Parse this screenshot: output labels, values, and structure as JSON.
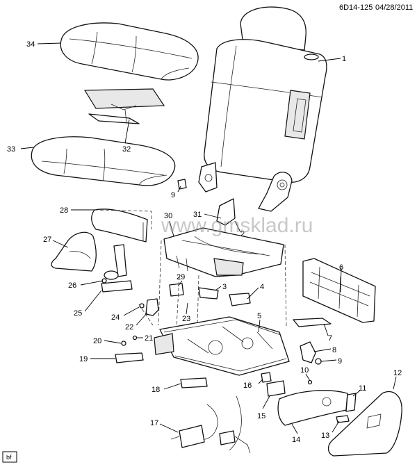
{
  "header": {
    "diagram_code": "6D14-125",
    "date": "04/28/2011"
  },
  "watermark": "www.gmsklad.ru",
  "badge": "bf",
  "callouts": [
    {
      "id": "1",
      "part": "seatback-assembly"
    },
    {
      "id": "2",
      "part": "bolt"
    },
    {
      "id": "3",
      "part": "bracket"
    },
    {
      "id": "4",
      "part": "cover"
    },
    {
      "id": "5",
      "part": "seat-adjuster"
    },
    {
      "id": "6",
      "part": "back-panel"
    },
    {
      "id": "7",
      "part": "bracket"
    },
    {
      "id": "8",
      "part": "cover"
    },
    {
      "id": "9",
      "part": "nut"
    },
    {
      "id": "10",
      "part": "screw"
    },
    {
      "id": "11",
      "part": "knob"
    },
    {
      "id": "12",
      "part": "side-trim"
    },
    {
      "id": "13",
      "part": "knob"
    },
    {
      "id": "14",
      "part": "side-shield"
    },
    {
      "id": "15",
      "part": "switch"
    },
    {
      "id": "16",
      "part": "connector"
    },
    {
      "id": "17",
      "part": "wiring-harness"
    },
    {
      "id": "18",
      "part": "handle"
    },
    {
      "id": "19",
      "part": "handle"
    },
    {
      "id": "20",
      "part": "bolt"
    },
    {
      "id": "21",
      "part": "bolt"
    },
    {
      "id": "22",
      "part": "bracket"
    },
    {
      "id": "23",
      "part": "bolt"
    },
    {
      "id": "24",
      "part": "bolt"
    },
    {
      "id": "25",
      "part": "buckle"
    },
    {
      "id": "26",
      "part": "bolt"
    },
    {
      "id": "27",
      "part": "side-trim"
    },
    {
      "id": "28",
      "part": "front-trim"
    },
    {
      "id": "29",
      "part": "bracket"
    },
    {
      "id": "30",
      "part": "seat-pan"
    },
    {
      "id": "31",
      "part": "bracket"
    },
    {
      "id": "32",
      "part": "heater-pad"
    },
    {
      "id": "33",
      "part": "cushion-pad"
    },
    {
      "id": "34",
      "part": "cushion-cover"
    }
  ]
}
